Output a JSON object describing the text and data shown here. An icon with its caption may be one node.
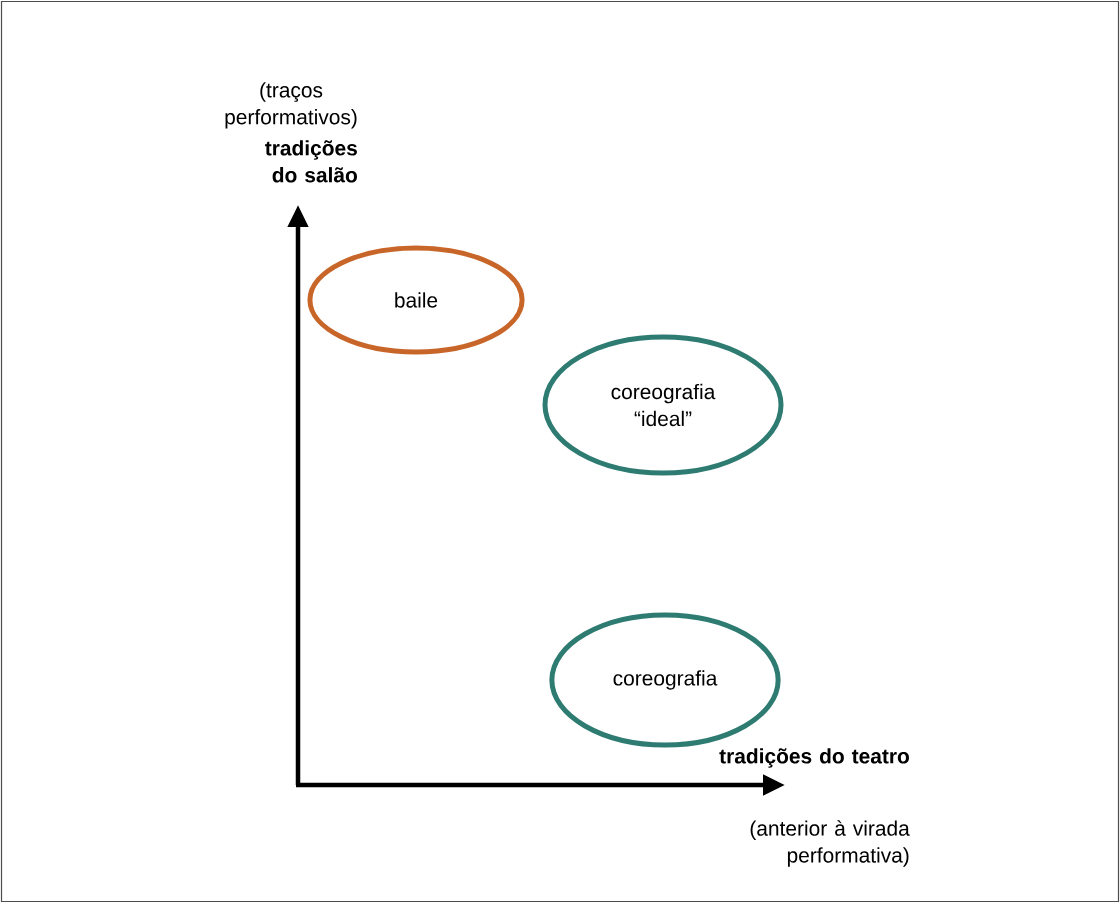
{
  "diagram": {
    "nodes": [
      {
        "text": [
          "baile"
        ]
      },
      {
        "text": [
          "coreografia “ideal”"
        ]
      },
      {
        "text": [
          "coreografia"
        ]
      }
    ],
    "edges": [],
    "labels": [
      "(traços performativos)",
      "tradições do salão",
      "tradições do teatro",
      "(anterior à virada performativa)"
    ]
  }
}
